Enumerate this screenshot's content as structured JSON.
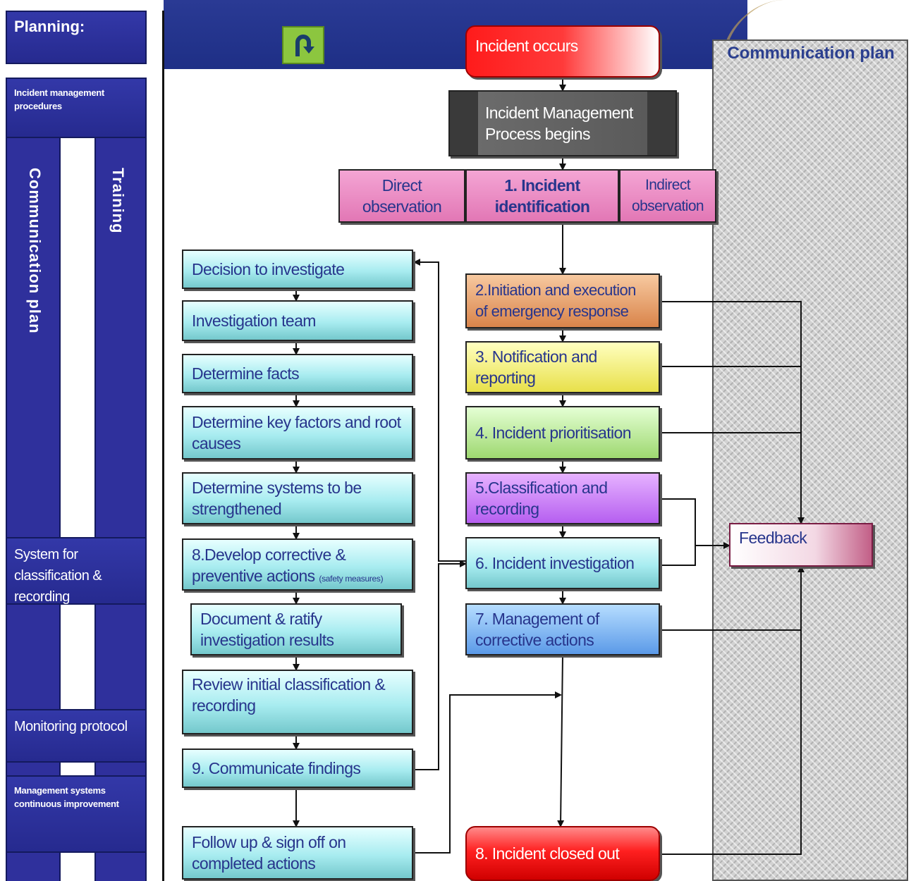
{
  "sidebar": {
    "planning": "Planning:",
    "procedures": "Incident management procedures",
    "communication_plan": "Communication plan",
    "training": "Training",
    "classification": "System for classification & recording",
    "monitoring": "Monitoring protocol",
    "management": "Management systems continuous improvement"
  },
  "panel": {
    "title": "Communication plan"
  },
  "flow": {
    "incident_occurs": "Incident occurs",
    "process_begins": "Incident Management Process begins",
    "direct_observation": "Direct observation",
    "identification": "1. Incident identification",
    "indirect_observation": "Indirect observation",
    "step2": "2.Initiation and execution of emergency response",
    "step3": "3. Notification and reporting",
    "step4": "4. Incident prioritisation",
    "step5": "5.Classification and recording",
    "step6": "6. Incident investigation",
    "step7": "7. Management of corrective actions",
    "step8": "8. Incident closed out",
    "feedback": "Feedback"
  },
  "investigation": {
    "decision": "Decision to investigate",
    "team": "Investigation team",
    "facts": "Determine facts",
    "root_causes": "Determine key factors and root causes",
    "systems": "Determine systems to be strengthened",
    "corrective": "8.Develop corrective & preventive actions",
    "corrective_note": "(safety measures)",
    "document": "Document & ratify investigation results",
    "review": "Review initial classification & recording",
    "communicate": "9. Communicate findings",
    "follow_up": "Follow up & sign off on completed actions"
  },
  "icons": {
    "back": "u-turn-arrow-icon"
  },
  "colors": {
    "navy": "#2f309c",
    "text": "#27358c",
    "panel": "#d2d2d2"
  }
}
